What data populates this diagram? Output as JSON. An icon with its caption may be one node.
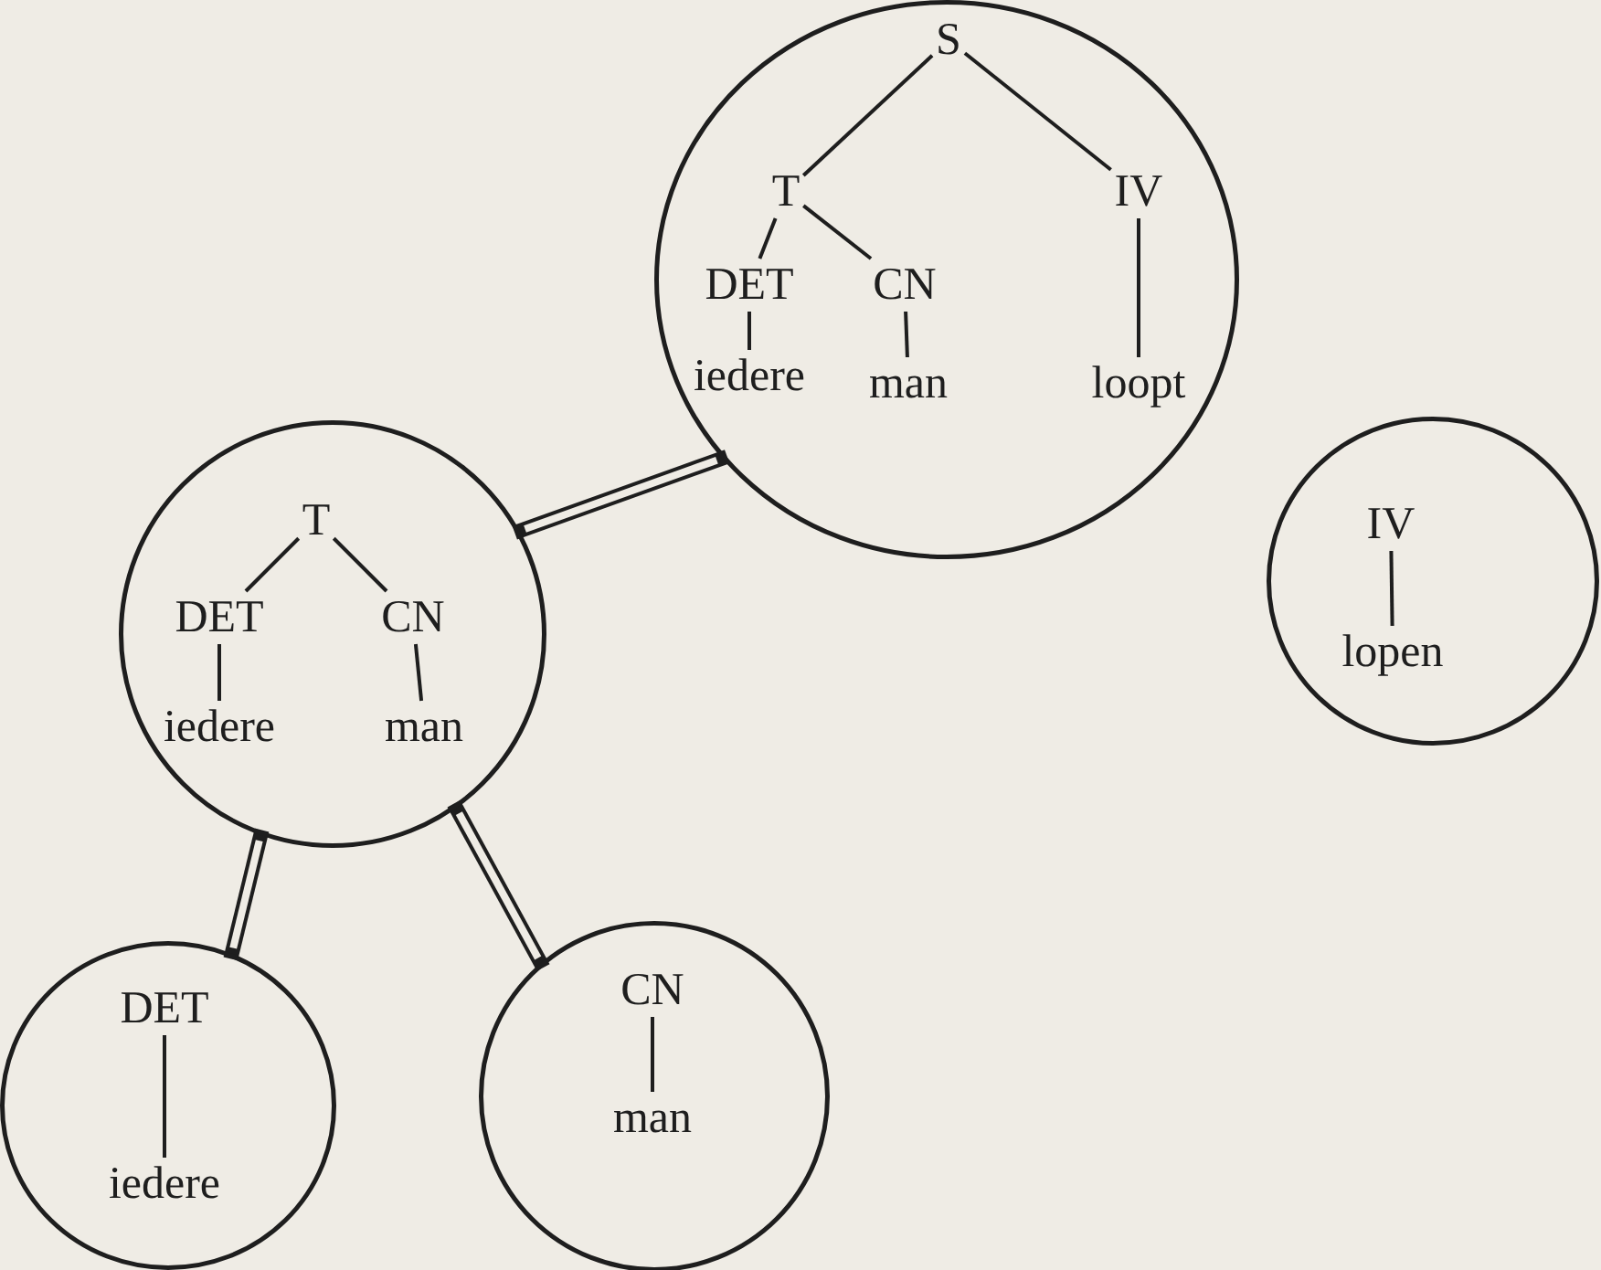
{
  "diagram": {
    "nodes": [
      {
        "text": [],
        "shape": "circle"
      },
      {
        "text": [
          "S"
        ],
        "in": 0
      },
      {
        "text": [
          "T"
        ],
        "in": 0
      },
      {
        "text": [
          "IV"
        ],
        "in": 0
      },
      {
        "text": [
          "DET"
        ],
        "in": 0
      },
      {
        "text": [
          "CN"
        ],
        "in": 0
      },
      {
        "text": [
          "iedere"
        ],
        "in": 0
      },
      {
        "text": [
          "man"
        ],
        "in": 0
      },
      {
        "text": [
          "loopt"
        ],
        "in": 0
      },
      {
        "text": [],
        "shape": "circle"
      },
      {
        "text": [
          "T"
        ],
        "in": 9
      },
      {
        "text": [
          "DET"
        ],
        "in": 9
      },
      {
        "text": [
          "CN"
        ],
        "in": 9
      },
      {
        "text": [
          "iedere"
        ],
        "in": 9
      },
      {
        "text": [
          "man"
        ],
        "in": 9
      },
      {
        "text": [],
        "shape": "circle"
      },
      {
        "text": [
          "IV"
        ],
        "in": 15
      },
      {
        "text": [
          "lopen"
        ],
        "in": 15
      },
      {
        "text": [],
        "shape": "circle"
      },
      {
        "text": [
          "DET"
        ],
        "in": 18
      },
      {
        "text": [
          "iedere"
        ],
        "in": 18
      },
      {
        "text": [],
        "shape": "circle"
      },
      {
        "text": [
          "CN"
        ],
        "in": 21
      },
      {
        "text": [
          "man"
        ],
        "in": 21
      }
    ],
    "edges": [
      {
        "from": 1,
        "to": 2,
        "arrow": "none"
      },
      {
        "from": 1,
        "to": 3,
        "arrow": "none"
      },
      {
        "from": 2,
        "to": 4,
        "arrow": "none"
      },
      {
        "from": 2,
        "to": 5,
        "arrow": "none"
      },
      {
        "from": 4,
        "to": 6,
        "arrow": "none"
      },
      {
        "from": 5,
        "to": 7,
        "arrow": "none"
      },
      {
        "from": 3,
        "to": 8,
        "arrow": "none"
      },
      {
        "from": 9,
        "to": 0,
        "arrow": "none",
        "style": "thick"
      },
      {
        "from": 10,
        "to": 11,
        "arrow": "none"
      },
      {
        "from": 10,
        "to": 12,
        "arrow": "none"
      },
      {
        "from": 11,
        "to": 13,
        "arrow": "none"
      },
      {
        "from": 12,
        "to": 14,
        "arrow": "none"
      },
      {
        "from": 16,
        "to": 17,
        "arrow": "none"
      },
      {
        "from": 9,
        "to": 18,
        "arrow": "none",
        "style": "thick"
      },
      {
        "from": 9,
        "to": 21,
        "arrow": "none",
        "style": "thick"
      },
      {
        "from": 19,
        "to": 20,
        "arrow": "none"
      },
      {
        "from": 22,
        "to": 23,
        "arrow": "none"
      }
    ]
  }
}
